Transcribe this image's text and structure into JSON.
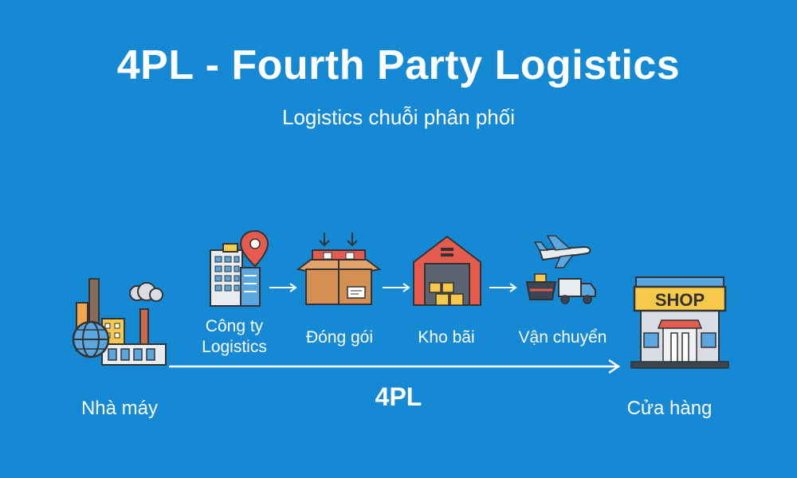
{
  "title": "4PL - Fourth Party Logistics",
  "subtitle": "Logistics chuỗi phân phối",
  "nodes": {
    "factory": {
      "label": "Nhà máy",
      "icon": "factory-icon"
    },
    "logistics_company": {
      "label_line1": "Công ty",
      "label_line2": "Logistics",
      "icon": "office-building-location-icon"
    },
    "packing": {
      "label": "Đóng gói",
      "icon": "package-box-icon"
    },
    "warehouse": {
      "label": "Kho bãi",
      "icon": "warehouse-icon"
    },
    "transport": {
      "label": "Vận chuyển",
      "icon": "plane-ship-truck-icon"
    },
    "store": {
      "label": "Cửa hàng",
      "icon": "shop-icon",
      "sign_text": "SHOP"
    }
  },
  "flow_label": "4PL",
  "colors": {
    "background": "#1589d3",
    "text": "#ffffff",
    "arrow": "#ffffff"
  }
}
